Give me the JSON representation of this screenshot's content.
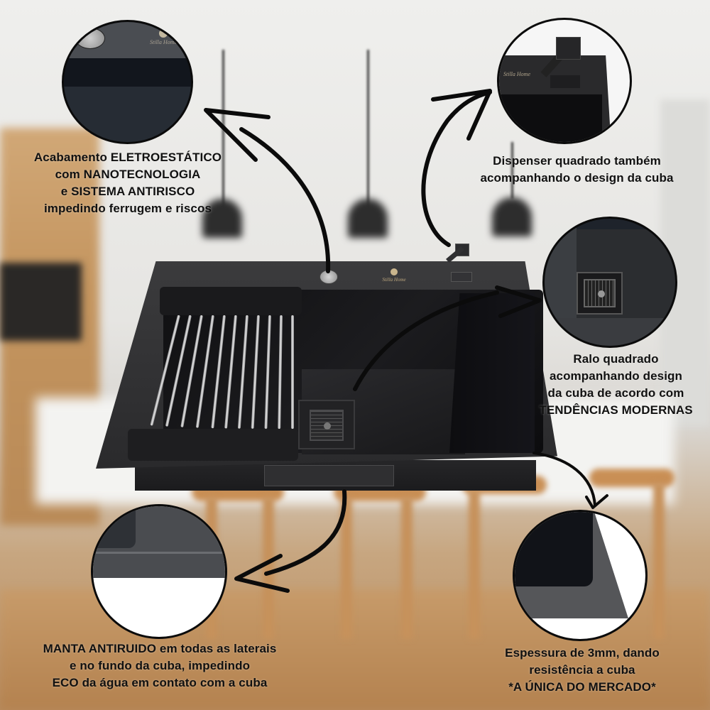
{
  "product": {
    "type": "kitchen-sink",
    "finish": "black",
    "brand_mark": "Stilla Home"
  },
  "callouts": [
    {
      "id": "finish",
      "lines": [
        "Acabamento ELETROESTÁTICO",
        "com NANOTECNOLOGIA",
        "e SISTEMA ANTIRISCO",
        "impedindo ferrugem e riscos"
      ]
    },
    {
      "id": "dispenser",
      "lines": [
        "Dispenser quadrado também",
        "acompanhando o design da cuba"
      ]
    },
    {
      "id": "drain",
      "lines": [
        "Ralo quadrado",
        "acompanhando design",
        "da cuba de acordo com",
        "TENDÊNCIAS MODERNAS"
      ]
    },
    {
      "id": "anti-noise",
      "lines": [
        "MANTA ANTIRUIDO em todas as laterais",
        "e no fundo da cuba, impedindo",
        "ECO da água em contato com a cuba"
      ]
    },
    {
      "id": "thickness",
      "lines": [
        "Espessura de 3mm, dando",
        "resistência a cuba",
        "*A ÚNICA DO MERCADO*"
      ]
    }
  ],
  "colors": {
    "text": "#111111",
    "sink": "#2a2a2c",
    "circle_border": "#0b0b0b",
    "wood": "#c4955f"
  }
}
